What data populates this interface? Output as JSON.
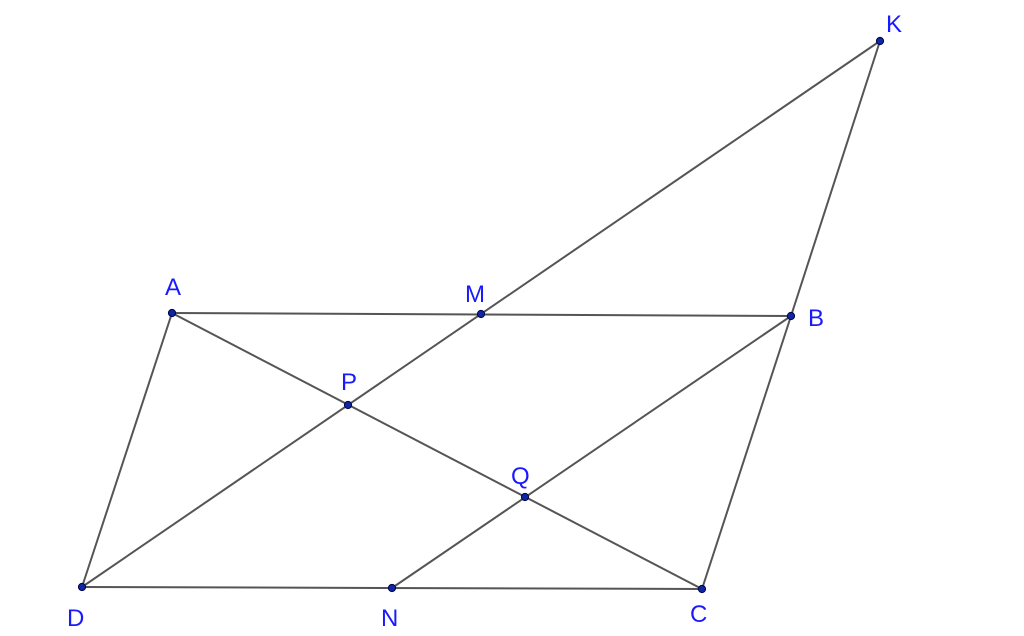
{
  "diagram": {
    "points": [
      {
        "id": "A",
        "label": "A"
      },
      {
        "id": "B",
        "label": "B"
      },
      {
        "id": "C",
        "label": "C"
      },
      {
        "id": "D",
        "label": "D"
      },
      {
        "id": "M",
        "label": "M"
      },
      {
        "id": "N",
        "label": "N"
      },
      {
        "id": "P",
        "label": "P"
      },
      {
        "id": "Q",
        "label": "Q"
      },
      {
        "id": "K",
        "label": "K"
      }
    ],
    "segments": [
      [
        "A",
        "B"
      ],
      [
        "D",
        "C"
      ],
      [
        "A",
        "D"
      ],
      [
        "B",
        "C"
      ],
      [
        "B",
        "K"
      ],
      [
        "A",
        "C"
      ],
      [
        "D",
        "K"
      ],
      [
        "N",
        "B"
      ]
    ]
  }
}
